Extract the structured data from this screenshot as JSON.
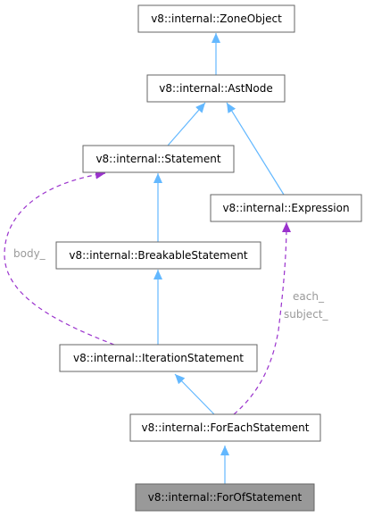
{
  "colors": {
    "inheritance_edge": "#63b8ff",
    "usage_edge": "#9a32cd",
    "node_fill": "#ffffff",
    "highlight_fill": "#999999",
    "border": "#666666",
    "label_text": "#9a9a9a"
  },
  "nodes": {
    "zone_object": "v8::internal::ZoneObject",
    "ast_node": "v8::internal::AstNode",
    "statement": "v8::internal::Statement",
    "expression": "v8::internal::Expression",
    "breakable_statement": "v8::internal::BreakableStatement",
    "iteration_statement": "v8::internal::IterationStatement",
    "for_each_statement": "v8::internal::ForEachStatement",
    "for_of_statement": "v8::internal::ForOfStatement"
  },
  "edge_labels": {
    "body": "body_",
    "each": "each_",
    "subject": "subject_"
  }
}
